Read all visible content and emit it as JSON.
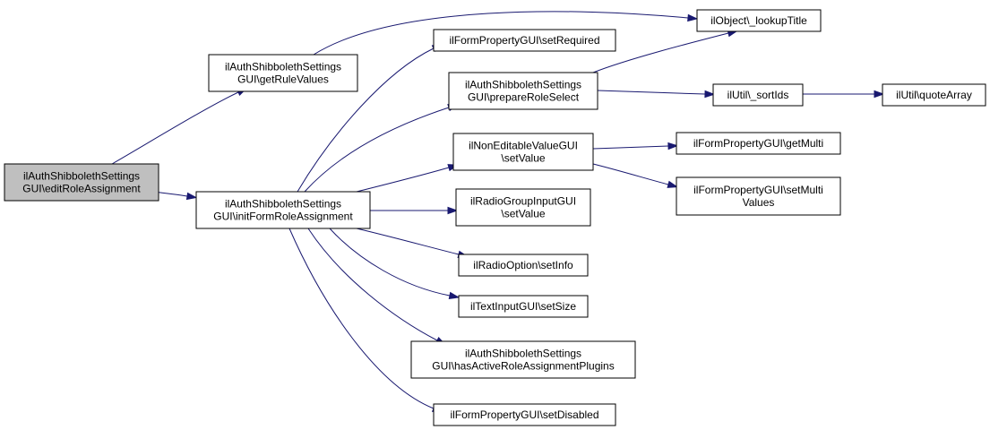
{
  "colors": {
    "edge": "#191970",
    "node_border": "#000000",
    "node_fill": "#ffffff",
    "root_fill": "#bfbfbf"
  },
  "nodes": [
    {
      "id": "editRoleAssignment",
      "lines": [
        "ilAuthShibbolethSettings",
        "GUI\\editRoleAssignment"
      ],
      "root": true
    },
    {
      "id": "getRuleValues",
      "lines": [
        "ilAuthShibbolethSettings",
        "GUI\\getRuleValues"
      ]
    },
    {
      "id": "initFormRoleAssignment",
      "lines": [
        "ilAuthShibbolethSettings",
        "GUI\\initFormRoleAssignment"
      ]
    },
    {
      "id": "setRequired",
      "lines": [
        "ilFormPropertyGUI\\setRequired"
      ]
    },
    {
      "id": "prepareRoleSelect",
      "lines": [
        "ilAuthShibbolethSettings",
        "GUI\\prepareRoleSelect"
      ]
    },
    {
      "id": "nonEditableSetValue",
      "lines": [
        "ilNonEditableValueGUI",
        "\\setValue"
      ]
    },
    {
      "id": "radioGroupSetValue",
      "lines": [
        "ilRadioGroupInputGUI",
        "\\setValue"
      ]
    },
    {
      "id": "radioOptionSetInfo",
      "lines": [
        "ilRadioOption\\setInfo"
      ]
    },
    {
      "id": "textInputSetSize",
      "lines": [
        "ilTextInputGUI\\setSize"
      ]
    },
    {
      "id": "hasActiveRoleAssignmentPlugins",
      "lines": [
        "ilAuthShibbolethSettings",
        "GUI\\hasActiveRoleAssignmentPlugins"
      ]
    },
    {
      "id": "setDisabled",
      "lines": [
        "ilFormPropertyGUI\\setDisabled"
      ]
    },
    {
      "id": "lookupTitle",
      "lines": [
        "ilObject\\_lookupTitle"
      ]
    },
    {
      "id": "sortIds",
      "lines": [
        "ilUtil\\_sortIds"
      ]
    },
    {
      "id": "quoteArray",
      "lines": [
        "ilUtil\\quoteArray"
      ]
    },
    {
      "id": "getMulti",
      "lines": [
        "ilFormPropertyGUI\\getMulti"
      ]
    },
    {
      "id": "setMultiValues",
      "lines": [
        "ilFormPropertyGUI\\setMulti",
        "Values"
      ]
    }
  ],
  "edges": [
    {
      "from": "editRoleAssignment",
      "to": "getRuleValues"
    },
    {
      "from": "editRoleAssignment",
      "to": "initFormRoleAssignment"
    },
    {
      "from": "getRuleValues",
      "to": "lookupTitle"
    },
    {
      "from": "initFormRoleAssignment",
      "to": "setRequired"
    },
    {
      "from": "initFormRoleAssignment",
      "to": "prepareRoleSelect"
    },
    {
      "from": "initFormRoleAssignment",
      "to": "nonEditableSetValue"
    },
    {
      "from": "initFormRoleAssignment",
      "to": "radioGroupSetValue"
    },
    {
      "from": "initFormRoleAssignment",
      "to": "radioOptionSetInfo"
    },
    {
      "from": "initFormRoleAssignment",
      "to": "textInputSetSize"
    },
    {
      "from": "initFormRoleAssignment",
      "to": "hasActiveRoleAssignmentPlugins"
    },
    {
      "from": "initFormRoleAssignment",
      "to": "setDisabled"
    },
    {
      "from": "prepareRoleSelect",
      "to": "lookupTitle"
    },
    {
      "from": "prepareRoleSelect",
      "to": "sortIds"
    },
    {
      "from": "sortIds",
      "to": "quoteArray"
    },
    {
      "from": "nonEditableSetValue",
      "to": "getMulti"
    },
    {
      "from": "nonEditableSetValue",
      "to": "setMultiValues"
    }
  ]
}
